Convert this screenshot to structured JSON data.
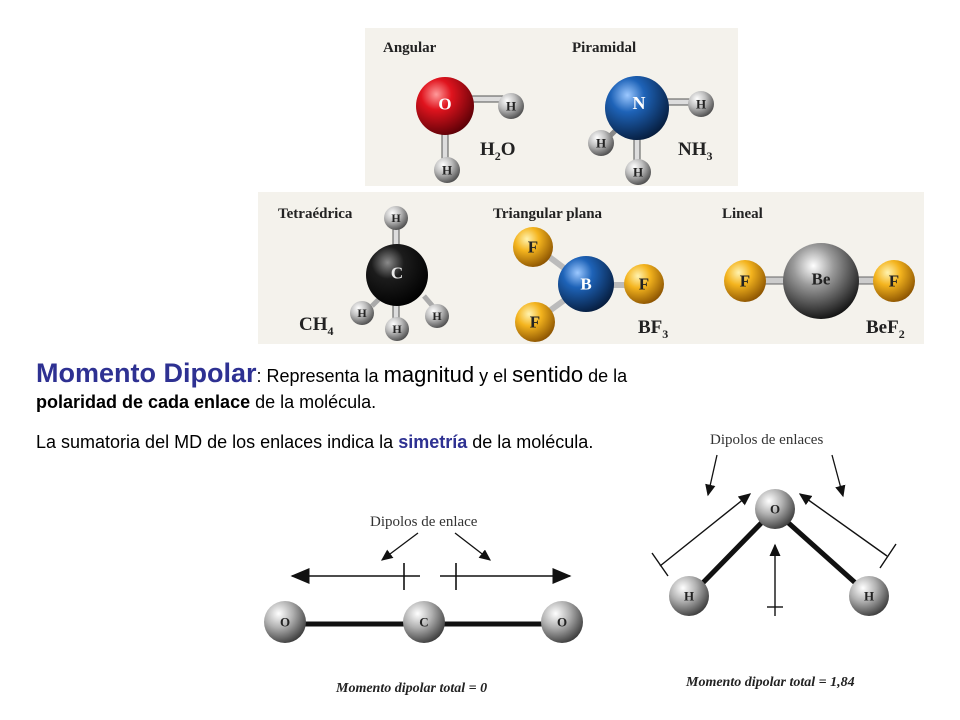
{
  "molecules_top": {
    "angular": {
      "label": "Angular",
      "formula_main": "H",
      "formula_sub": "2",
      "formula_tail": "O",
      "atoms": [
        "O",
        "H",
        "H"
      ]
    },
    "piramidal": {
      "label": "Piramidal",
      "formula_main": "NH",
      "formula_sub": "3",
      "formula_tail": "",
      "atoms": [
        "N",
        "H",
        "H",
        "H"
      ]
    }
  },
  "molecules_bottom": {
    "tetraedrica": {
      "label": "Tetraédrica",
      "formula_main": "CH",
      "formula_sub": "4",
      "formula_tail": "",
      "atoms": [
        "C",
        "H",
        "H",
        "H",
        "H"
      ]
    },
    "triangular": {
      "label": "Triangular plana",
      "formula_main": "BF",
      "formula_sub": "3",
      "formula_tail": "",
      "atoms": [
        "B",
        "F",
        "F",
        "F"
      ]
    },
    "lineal": {
      "label": "Lineal",
      "formula_main": "BeF",
      "formula_sub": "2",
      "formula_tail": "",
      "atoms": [
        "Be",
        "F",
        "F"
      ]
    }
  },
  "text": {
    "p1": {
      "term": "Momento Dipolar",
      "t1": ": Representa la ",
      "magnitud": "magnitud",
      "t2": " y el ",
      "sentido": "sentido",
      "t3": " de la ",
      "polaridad": "polaridad de cada enlace",
      "t4": " de la molécula."
    },
    "p2": {
      "t1": "La sumatoria del MD de los enlaces indica la ",
      "simetria": "simetría",
      "t2": " de la molécula."
    }
  },
  "co2_diagram": {
    "dipole_label": "Dipolos de enlace",
    "atoms": [
      "O",
      "C",
      "O"
    ],
    "total_label": "Momento dipolar total = 0"
  },
  "h2o_diagram": {
    "dipole_label": "Dipolos de enlaces",
    "atoms": [
      "O",
      "H",
      "H"
    ],
    "total_label": "Momento dipolar total = 1,84"
  },
  "colors": {
    "title_accent": "#2e3192",
    "oxygen": "#d0121c",
    "nitrogen": "#1d5aa8",
    "boron": "#1d5aa8",
    "fluorine": "#f2b01e",
    "hydrogen": "#b8b8b8",
    "carbon": "#1a1a1a",
    "beryllium": "#2a2a2a"
  }
}
